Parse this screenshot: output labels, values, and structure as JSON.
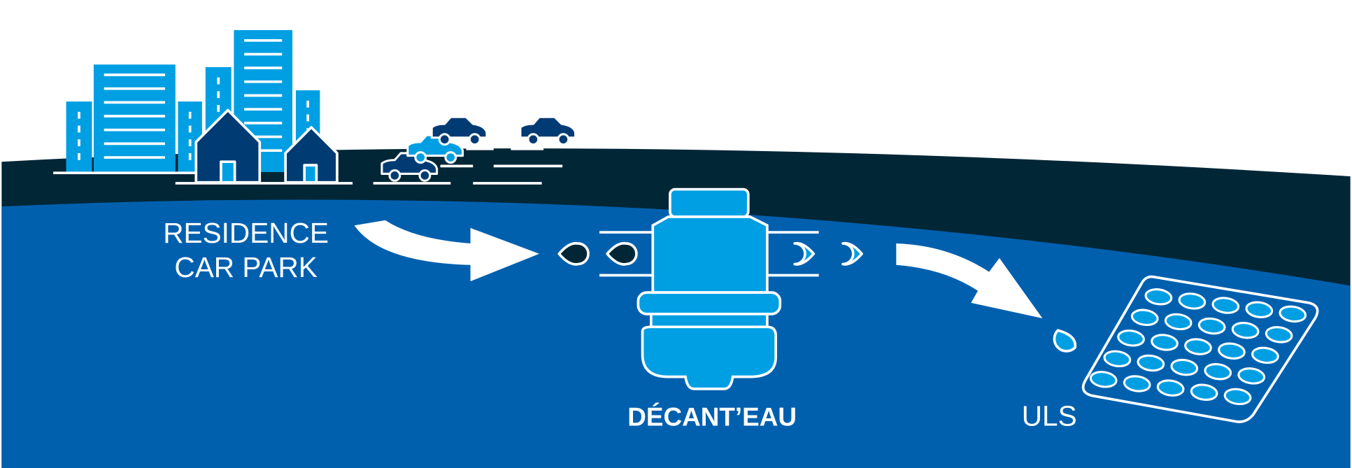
{
  "labels": {
    "source_line1": "RESIDENCE",
    "source_line2": "CAR PARK",
    "separator": "DÉCANT’EAU",
    "infiltration": "ULS"
  },
  "colors": {
    "sky": "#ffffff",
    "ground_dark": "#012636",
    "soil_blue": "#0060ae",
    "light_blue": "#009fe3",
    "navy": "#003b73"
  },
  "icons": [
    "buildings-icon",
    "houses-icon",
    "cars-icon",
    "flow-arrow-icon",
    "water-drop-icon",
    "separator-tank-icon",
    "infiltration-grid-icon"
  ]
}
